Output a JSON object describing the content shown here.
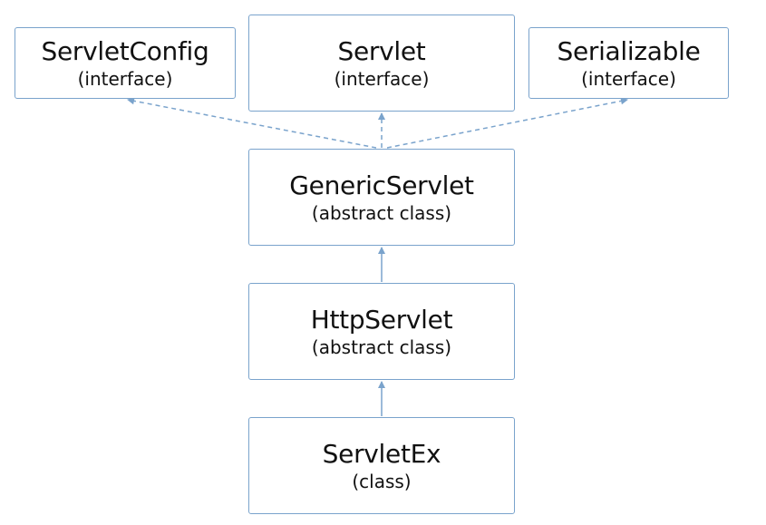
{
  "diagram": {
    "colors": {
      "border": "#7aa3cc",
      "arrow": "#7aa3cc",
      "text": "#111111",
      "background": "#ffffff"
    },
    "nodes": {
      "servlet_config": {
        "name": "ServletConfig",
        "kind": "(interface)"
      },
      "servlet": {
        "name": "Servlet",
        "kind": "(interface)"
      },
      "serializable": {
        "name": "Serializable",
        "kind": "(interface)"
      },
      "generic_servlet": {
        "name": "GenericServlet",
        "kind": "(abstract class)"
      },
      "http_servlet": {
        "name": "HttpServlet",
        "kind": "(abstract class)"
      },
      "servlet_ex": {
        "name": "ServletEx",
        "kind": "(class)"
      }
    },
    "edges": [
      {
        "from": "GenericServlet",
        "to": "ServletConfig",
        "style": "dashed"
      },
      {
        "from": "GenericServlet",
        "to": "Servlet",
        "style": "dashed"
      },
      {
        "from": "GenericServlet",
        "to": "Serializable",
        "style": "dashed"
      },
      {
        "from": "HttpServlet",
        "to": "GenericServlet",
        "style": "solid"
      },
      {
        "from": "ServletEx",
        "to": "HttpServlet",
        "style": "solid"
      }
    ]
  }
}
